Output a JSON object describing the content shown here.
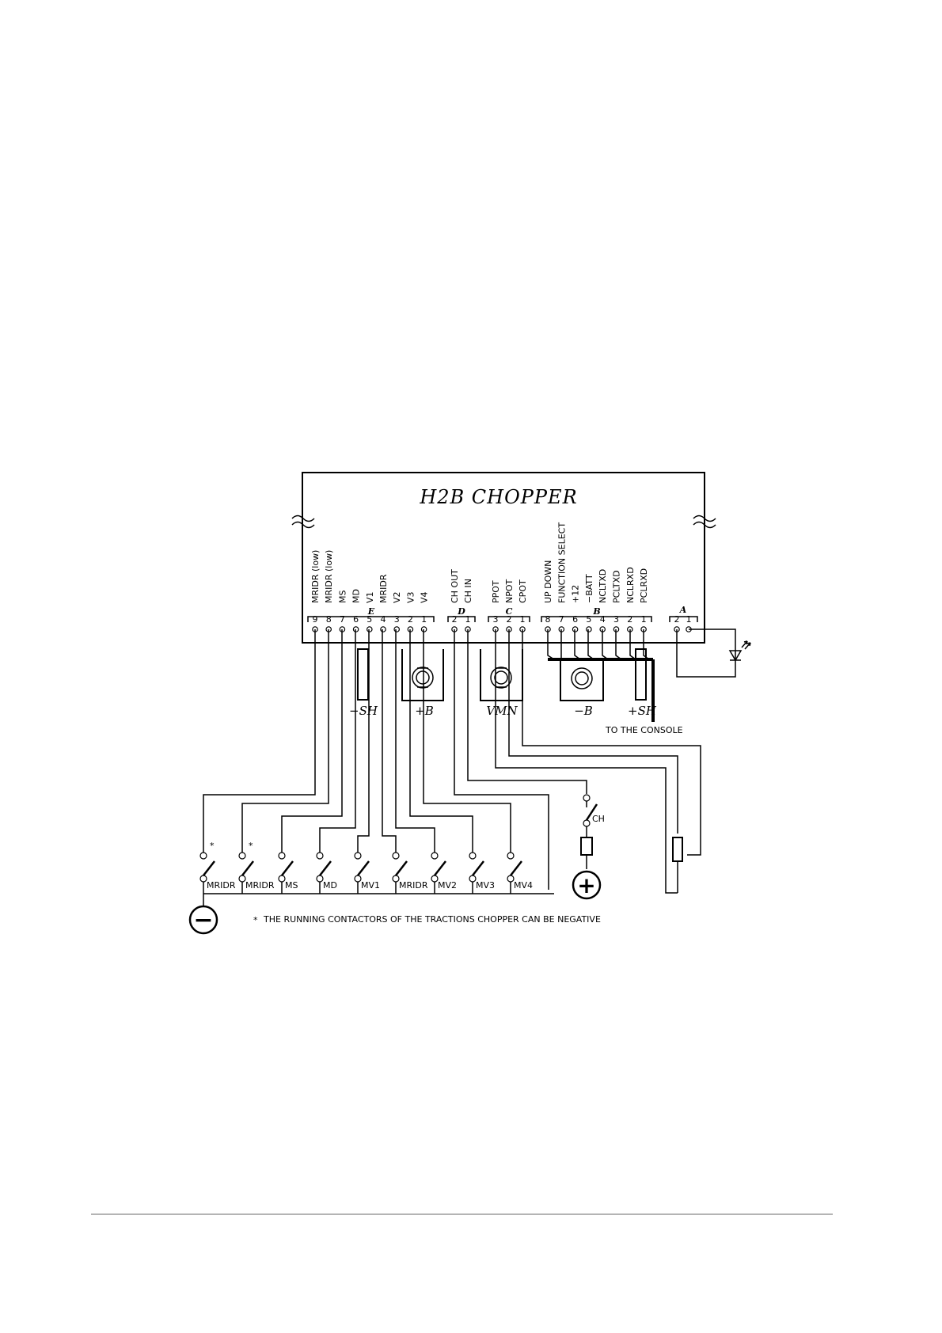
{
  "title": "H2B CHOPPER",
  "connectors": {
    "E": {
      "label": "E",
      "pins": [
        "9",
        "8",
        "7",
        "6",
        "5",
        "4",
        "3",
        "2",
        "1"
      ],
      "signals": [
        "MRIDR (low)",
        "MRIDR (low)",
        "MS",
        "MD",
        "V1",
        "MRIDR",
        "V2",
        "V3",
        "V4"
      ]
    },
    "D": {
      "label": "D",
      "pins": [
        "2",
        "1"
      ],
      "signals": [
        "CH OUT",
        "CH IN"
      ]
    },
    "C": {
      "label": "C",
      "pins": [
        "3",
        "2",
        "1"
      ],
      "signals": [
        "PPOT",
        "NPOT",
        "CPOT"
      ]
    },
    "B": {
      "label": "B",
      "pins": [
        "8",
        "7",
        "6",
        "5",
        "4",
        "3",
        "2",
        "1"
      ],
      "signals": [
        "UP DOWN",
        "FUNCTION SELECT",
        "+12",
        "−BATT",
        "NCLTXD",
        "PCLTXD",
        "NCLRXD",
        "PCLRXD"
      ]
    },
    "A": {
      "label": "A",
      "pins": [
        "2",
        "1"
      ]
    }
  },
  "terminals": [
    "−SH",
    "+B",
    "VMN",
    "−B",
    "+SH"
  ],
  "to_console": "TO THE CONSOLE",
  "contactors": [
    "MRIDR",
    "MRIDR",
    "MS",
    "MD",
    "MV1",
    "MRIDR",
    "MV2",
    "MV3",
    "MV4"
  ],
  "ch_contactor": "CH",
  "asterisk": "*",
  "footnote": "THE RUNNING CONTACTORS OF THE TRACTIONS CHOPPER CAN BE NEGATIVE",
  "minus_symbol": "−",
  "plus_symbol": "+"
}
